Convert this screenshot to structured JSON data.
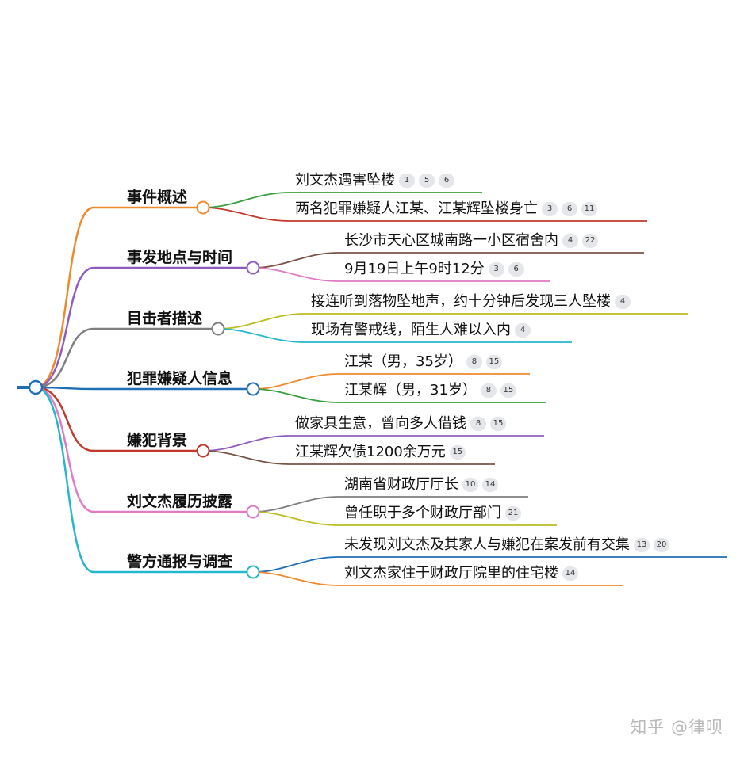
{
  "branches": [
    {
      "label": "事件概述",
      "color": "#f0892c",
      "leaves": [
        {
          "text": "刘文杰遇害坠楼",
          "badges": [
            "1",
            "5",
            "6"
          ],
          "color": "#3a9e3e"
        },
        {
          "text": "两名犯罪嫌疑人江某、江某辉坠楼身亡",
          "badges": [
            "3",
            "6",
            "11"
          ],
          "color": "#c0392b"
        }
      ]
    },
    {
      "label": "事发地点与时间",
      "color": "#8e5cbe",
      "leaves": [
        {
          "text": "长沙市天心区城南路一小区宿舍内",
          "badges": [
            "4",
            "22"
          ],
          "color": "#7a5347"
        },
        {
          "text": "9月19日上午9时12分",
          "badges": [
            "3",
            "6"
          ],
          "color": "#e07ac4"
        }
      ]
    },
    {
      "label": "目击者描述",
      "color": "#7f7f7f",
      "leaves": [
        {
          "text": "接连听到落物坠地声，约十分钟后发现三人坠楼",
          "badges": [
            "4"
          ],
          "color": "#bcbd22"
        },
        {
          "text": "现场有警戒线，陌生人难以入内",
          "badges": [
            "4"
          ],
          "color": "#25b8cc"
        }
      ]
    },
    {
      "label": "犯罪嫌疑人信息",
      "color": "#1f6fb4",
      "leaves": [
        {
          "text": "江某（男，35岁）",
          "badges": [
            "8",
            "15"
          ],
          "color": "#f0892c"
        },
        {
          "text": "江某辉（男，31岁）",
          "badges": [
            "8",
            "15"
          ],
          "color": "#3a9e3e"
        }
      ]
    },
    {
      "label": "嫌犯背景",
      "color": "#c0392b",
      "leaves": [
        {
          "text": "做家具生意，曾向多人借钱",
          "badges": [
            "8",
            "15"
          ],
          "color": "#8e5cbe"
        },
        {
          "text": "江某辉欠债1200余万元",
          "badges": [
            "15"
          ],
          "color": "#7a5347"
        }
      ]
    },
    {
      "label": "刘文杰履历披露",
      "color": "#e07ac4",
      "leaves": [
        {
          "text": "湖南省财政厅厅长",
          "badges": [
            "10",
            "14"
          ],
          "color": "#7f7f7f"
        },
        {
          "text": "曾任职于多个财政厅部门",
          "badges": [
            "21"
          ],
          "color": "#bcbd22"
        }
      ]
    },
    {
      "label": "警方通报与调查",
      "color": "#25b8cc",
      "leaves": [
        {
          "text": "未发现刘文杰及其家人与嫌犯在案发前有交集",
          "badges": [
            "13",
            "20"
          ],
          "color": "#1f6fb4"
        },
        {
          "text": "刘文杰家住于财政厅院里的住宅楼",
          "badges": [
            "14"
          ],
          "color": "#f0892c"
        }
      ]
    }
  ],
  "root_color": "#1f6fb4",
  "watermark": "知乎 @律呗"
}
